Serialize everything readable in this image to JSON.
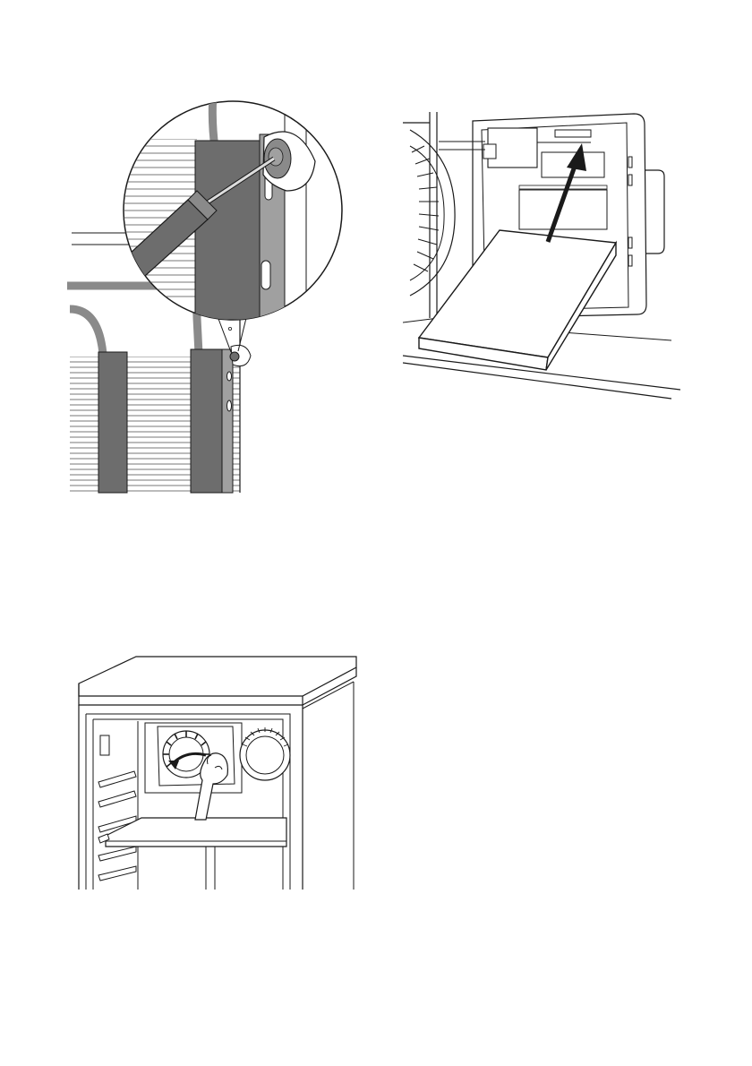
{
  "page": {
    "background": "#ffffff",
    "text": []
  },
  "figures": [
    {
      "id": "screwdriver",
      "icon": "screwdriver-detail-icon"
    },
    {
      "id": "filter",
      "icon": "filter-insertion-icon"
    },
    {
      "id": "cabinet",
      "icon": "cabinet-dial-icon"
    }
  ],
  "colors": {
    "line": "#1a1a1a",
    "panel_dark": "#6d6d6d",
    "panel_mid": "#a0a0a0",
    "paper": "#ffffff"
  }
}
